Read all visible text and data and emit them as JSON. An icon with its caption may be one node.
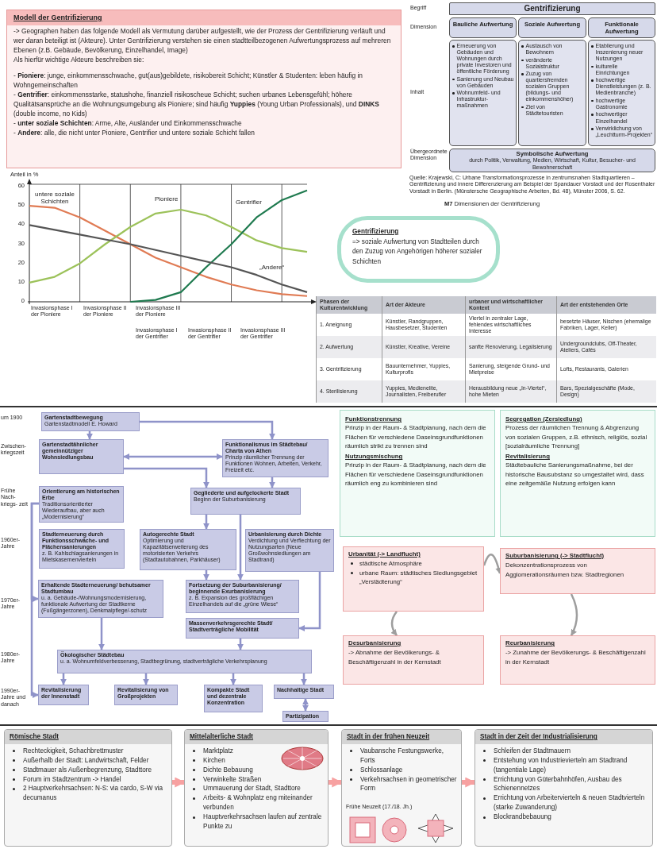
{
  "diagram": {
    "nodes": [
      {
        "text": [
          "Modell der Gentrifizierung",
          "-> Geographen haben das folgende Modell als Vermutung darüber aufgestellt, wie der Prozess der Gentrifizierung verläuft und wer daran beteiligt ist (Akteure). Unter Gentrifizierung verstehen sie einen stadtteilbezogenen Aufwertungsprozess auf mehreren Ebenen (z.B. Gebäude, Bevölkerung, Einzelhandel, Image)",
          "Als hierfür wichtige Akteure beschreiben sie:",
          "- **Pioniere**: junge, einkommensschwache, gut(aus)gebildete, risikobereit Schicht; Künstler & Studenten: leben häufig in Wohngemeinschaften",
          "- **Gentrifier**: einkommensstarke, statushohe, finanziell risikoscheue Schicht; suchen urbanes Lebensgefühl; höhere Qualitätsansprüche an die Wohnungsumgebung als Pioniere; sind häufig **Yuppies** (Young Urban Professionals), und **DINKS** (double income, no Kids)",
          "- **unter soziale Schichten**: Arme, Alte, Ausländer und Einkommensschwache",
          "- **Andere**: alle, die nicht unter Pioniere, Gentrifier und untere soziale Schicht fallen"
        ]
      },
      {
        "text": [
          "Gentrifizierung"
        ]
      },
      {
        "text": [
          "Bauliche Aufwertung"
        ]
      },
      {
        "text": [
          "Soziale Aufwertung"
        ]
      },
      {
        "text": [
          "Funktionale Aufwertung"
        ]
      },
      {
        "text": [
          "Erneuerung von Gebäuden und Wohnungen durch private Investoren und öffentliche Förderung",
          "Sanierung und Neubau von Gebäuden",
          "Wohnumfeld- und Infrastruktur- maßnahmen"
        ]
      },
      {
        "text": [
          "Austausch von Bewohnern",
          "veränderte Sozialstruktur",
          "Zuzug von quartiersfremden sozialen Gruppen (bildungs- und einkommenshöher)",
          "Ziel von Städtetouristen"
        ]
      },
      {
        "text": [
          "Etablierung und Inszenierung neuer Nutzungen",
          "kulturelle Einrichtungen",
          "hochwertige Dienstleistungen (z. B. Medienbranche)",
          "hochwertige Gastronomie",
          "hochwertiger Einzelhandel",
          "Verwirklichung von „Leuchtturm-Projekten“"
        ]
      },
      {
        "text": [
          "Symbolische Aufwertung",
          "durch Politik, Verwaltung, Medien, Wirtschaft, Kultur, Besucher- und Bewohnerschaft"
        ]
      },
      {
        "text": [
          "Gentrifizierung",
          "=> soziale Aufwertung von Stadtteilen durch den Zuzug von Angehörigen höherer sozialer Schichten"
        ]
      },
      {
        "text": [
          "Gartenstadtbewegung",
          "Gartenstadtmodell E. Howard"
        ]
      },
      {
        "text": [
          "Gartenstadtähnlicher gemeinnütziger Wohnsiedlungsbau"
        ]
      },
      {
        "text": [
          "Funktionalismus im Städtebau/ Charta von Athen",
          "Prinzip räumlicher Trennung der Funktionen Wohnen, Arbeiten, Verkehr, Freizeit etc."
        ]
      },
      {
        "text": [
          "Orientierung am historischen Erbe",
          "Traditionsorientierter Wiederaufbau, aber auch „Modernisierung“"
        ]
      },
      {
        "text": [
          "Gegliederte und aufgelockerte Stadt",
          "Beginn der Suburbanisierung"
        ]
      },
      {
        "text": [
          "Stadterneuerung durch Funktionsschwäche- und Flächensanierungen",
          "z. B. Kahlschlagsanierungen in Mietskasernenvierteln"
        ]
      },
      {
        "text": [
          "Autogerechte Stadt",
          "Optimierung und Kapazitätserweiterung des motorisierten Verkehrs (Stadtautobahnen, Parkhäuser)"
        ]
      },
      {
        "text": [
          "Urbanisierung durch Dichte",
          "Verdichtung und Verflechtung der Nutzungsarten (Neue Großwohnsiedlungen am Stadtrand)"
        ]
      },
      {
        "text": [
          "Erhaltende Stadterneuerung/ behutsamer Stadtumbau",
          "u. a. Gebäude-/Wohnungsmodernisierung, funktionale Aufwertung der Stadtkerne (Fußgängerzonen), Denkmalpflege/-schutz"
        ]
      },
      {
        "text": [
          "Fortsetzung der Suburbanisierung/ beginnende Exurbanisierung",
          "z. B. Expansion des großflächigen Einzelhandels auf die „grüne Wiese“"
        ]
      },
      {
        "text": [
          "Massenverkehrsgerechte Stadt/ Stadtverträgliche Mobilität"
        ]
      },
      {
        "text": [
          "Ökologischer Städtebau",
          "u. a. Wohnumfeldverbesserung, Stadtbegrünung, stadtverträgliche Verkehrsplanung"
        ]
      },
      {
        "text": [
          "Revitalisierung der Innenstadt"
        ]
      },
      {
        "text": [
          "Revitalisierung von Großprojekten"
        ]
      },
      {
        "text": [
          "Kompakte Stadt und dezentrale Konzentration"
        ]
      },
      {
        "text": [
          "Nachhaltige Stadt"
        ]
      },
      {
        "text": [
          "Partizipation"
        ]
      },
      {
        "text": [
          "Funktionstrennung",
          "Prinzip in der Raum- & Stadtplanung, nach dem die Flächen für verschiedene Daseinsgrundfunktionen räumlich strikt zu trennen sind",
          "Nutzungsmischung",
          "Prinzip in der Raum- & Stadtplanung, nach dem die Flächen für verschiedene Daseinsgrundfunktionen räumlich eng zu kombinieren sind"
        ]
      },
      {
        "text": [
          "Segregation (Zersiedlung)",
          "Prozess der räumlichen Trennung & Abgrenzung von sozialen Gruppen, z.B. ethnisch, religiös, sozial [sozialräumliche Trennung]",
          "Revitalisierung",
          "Städtebauliche Sanierungsmaßnahme, bei der historische Bausubstanz so umgestaltet wird, dass eine zeitgemäße Nutzung erfolgen kann"
        ]
      },
      {
        "text": [
          "Urbanität (-> Landflucht)",
          "städtische Atmosphäre",
          "urbane Raum: städtisches Siedlungsgebiet „Verstädterung“"
        ]
      },
      {
        "text": [
          "Suburbanisierung (-> Stadtflucht)",
          "Dekonzentrationsprozess von Agglomerationsräumen bzw. Stadtregionen"
        ]
      },
      {
        "text": [
          "Desurbanisierung",
          "-> Abnahme der Bevölkerungs- & Beschäftigenzahl in der Kernstadt"
        ]
      },
      {
        "text": [
          "Reurbanisierung",
          "-> Zunahme der Bevölkerungs- & Beschäftigenzahl in der Kernstadt"
        ]
      },
      {
        "text": [
          "Römische Stadt",
          "Rechteckigkeit, Schachbrettmuster",
          "Außerhalb der Stadt: Landwirtschaft, Felder",
          "Stadtmauer als Außenbegrenzung, Stadttore",
          "Forum im Stadtzentrum -> Handel",
          "2 Hauptverkehrsachsen: N-S: via cardo, S-W via decumanus"
        ]
      },
      {
        "text": [
          "Mittelalterliche Stadt",
          "Marktplatz",
          "Kirchen",
          "Dichte Bebauung",
          "Verwinkelte Straßen",
          "Ummauerung der Stadt, Stadttore",
          "Arbeits- & Wohnplatz eng miteinander verbunden",
          "Hauptverkehrsachsen laufen auf zentrale Punkte zu"
        ]
      },
      {
        "text": [
          "Stadt in der frühen Neuzeit",
          "Vaubansche Festungswerke, Forts",
          "Schlossanlage",
          "Verkehrsachsen in geometrischer Form"
        ]
      },
      {
        "text": [
          "Stadt in der Zeit der Industrialisierung",
          "Schleifen der Stadtmauern",
          "Entstehung von Industrievierteln am Stadtrand (tangentiale Lage)",
          "Errichtung von Güterbahnhöfen, Ausbau des Schienennetzes",
          "Errichtung von Arbeitervierteln & neuen Stadtvierteln (starke Zuwanderung)",
          "Blockrandbebauung"
        ]
      }
    ],
    "edges": [
      {
        "from": 10,
        "to": 11,
        "arrow": "to"
      },
      {
        "from": 10,
        "to": 12,
        "arrow": "to"
      },
      {
        "from": 11,
        "to": 12,
        "arrow": "both"
      },
      {
        "from": 11,
        "to": 14,
        "arrow": "to"
      },
      {
        "from": 12,
        "to": 14,
        "arrow": "to"
      },
      {
        "from": 14,
        "to": 16,
        "arrow": "to"
      },
      {
        "from": 14,
        "to": 19,
        "arrow": "to"
      },
      {
        "from": 16,
        "to": 19,
        "arrow": "to"
      },
      {
        "from": 17,
        "to": 20,
        "arrow": "to"
      },
      {
        "from": 20,
        "to": 21,
        "arrow": "to"
      },
      {
        "from": 18,
        "to": 21,
        "arrow": "to"
      },
      {
        "from": 21,
        "to": 22,
        "arrow": "to"
      },
      {
        "from": 21,
        "to": 23,
        "arrow": "to"
      },
      {
        "from": 21,
        "to": 24,
        "arrow": "to"
      },
      {
        "from": 21,
        "to": 25,
        "arrow": "to"
      },
      {
        "from": 25,
        "to": 26,
        "arrow": "both"
      },
      {
        "from": 13,
        "to": 18,
        "arrow": "to"
      },
      {
        "from": 13,
        "to": 22,
        "arrow": "to"
      },
      {
        "from": 29,
        "to": 30,
        "arrow": "to",
        "color": "#9e9e9e"
      },
      {
        "from": 29,
        "to": 31,
        "arrow": "to",
        "color": "#9e9e9e"
      },
      {
        "from": 30,
        "to": 32,
        "arrow": "to",
        "color": "#9e9e9e"
      },
      {
        "from": 33,
        "to": 34,
        "arrow": "to",
        "style": "thick",
        "color": "#f7a1a1"
      },
      {
        "from": 34,
        "to": 35,
        "arrow": "to",
        "style": "thick",
        "color": "#f7a1a1"
      },
      {
        "from": 35,
        "to": 36,
        "arrow": "to",
        "style": "thick",
        "color": "#f7a1a1"
      }
    ],
    "labels": [
      "Begriff",
      "Dimension",
      "Inhalt",
      "Übergeordnete Dimension",
      "Quelle: Krajewski, C: Urbane Transformationsprozesse in zentrumsnahen Stadtquartieren – Gentrifizierung und innere Differenzierung am Beispiel der Spandauer Vorstadt und der Rosenthaler Vorstadt in Berlin. (Münstersche Geographische Arbeiten, Bd. 48), Münster 2006, S. 62.",
      "**M7** Dimensionen der Gentrifizierung",
      "Phasen der Kulturentwicklung",
      "Art der Akteure",
      "urbaner und wirtschaftlicher Kontext",
      "Art der entstehenden Orte",
      "1. Aneignung",
      "Künstler, Randgruppen, Hausbesetzer, Studenten",
      "Viertel in zentraler Lage, fehlendes wirtschaftliches Interesse",
      "besetzte Häuser, Nischen (ehemalige Fabriken, Lager, Keller)",
      "2. Aufwertung",
      "Künstler, Kreative, Vereine",
      "sanfte Renovierung, Legalisierung",
      "Undergroundclubs, Off-Theater, Ateliers, Cafés",
      "3. Gentrifizierung",
      "Bauunternehmer, Yuppies, Kulturprofis",
      "Sanierung, steigende Grund- und Mietpreise",
      "Lofts, Restaurants, Galerien",
      "4. Sterilisierung",
      "Yuppies, Medienelite, Journalisten, Freiberufler",
      "Herausbildung neue „In-Viertel“, hohe Mieten",
      "Bars, Spezialgeschäfte (Mode, Design)",
      "um 1900",
      "Zwischen- kriegszeit",
      "Frühe Nach- kriegs- zeit",
      "1960er- Jahre",
      "1970er- Jahre",
      "1980er- Jahre",
      "1990er- Jahre und danach",
      "Frühe Neuzeit (17./18. Jh.)",
      "Invasionsphase I der Pioniere",
      "Invasionsphase II der Pioniere",
      "Invasionsphase III der Pioniere",
      "Invasionsphase I der Gentrifier",
      "Invasionsphase II der Gentrifier",
      "Invasionsphase III der Gentrifier"
    ],
    "chart_data": {
      "type": "line",
      "ylabel": "Anteil in %",
      "categories": [
        null,
        null,
        null,
        null,
        null,
        null,
        null,
        null,
        null,
        null,
        null,
        null
      ],
      "series": [
        {
          "name": "untere soziale Schichten",
          "color": "#e07b54",
          "values": [
            50,
            49,
            44,
            37,
            30,
            23,
            18,
            13,
            9,
            6,
            4,
            3
          ]
        },
        {
          "name": "Pioniere",
          "color": "#9cc25a",
          "values": [
            10,
            13,
            20,
            30,
            39,
            46,
            48,
            45,
            39,
            32,
            28,
            26
          ]
        },
        {
          "name": "Gentrifier",
          "color": "#1f7a4f",
          "values": [
            null,
            null,
            null,
            null,
            0,
            1,
            5,
            18,
            30,
            44,
            53,
            58
          ]
        },
        {
          "name": "„Andere“",
          "color": "#555555",
          "values": [
            40,
            37.5,
            35,
            32.5,
            30,
            27,
            24,
            21,
            18,
            14,
            9,
            5
          ]
        }
      ],
      "ylim": [
        0,
        60
      ],
      "grid": true,
      "yticks": [
        0,
        10,
        20,
        30,
        40,
        50,
        60
      ]
    }
  }
}
